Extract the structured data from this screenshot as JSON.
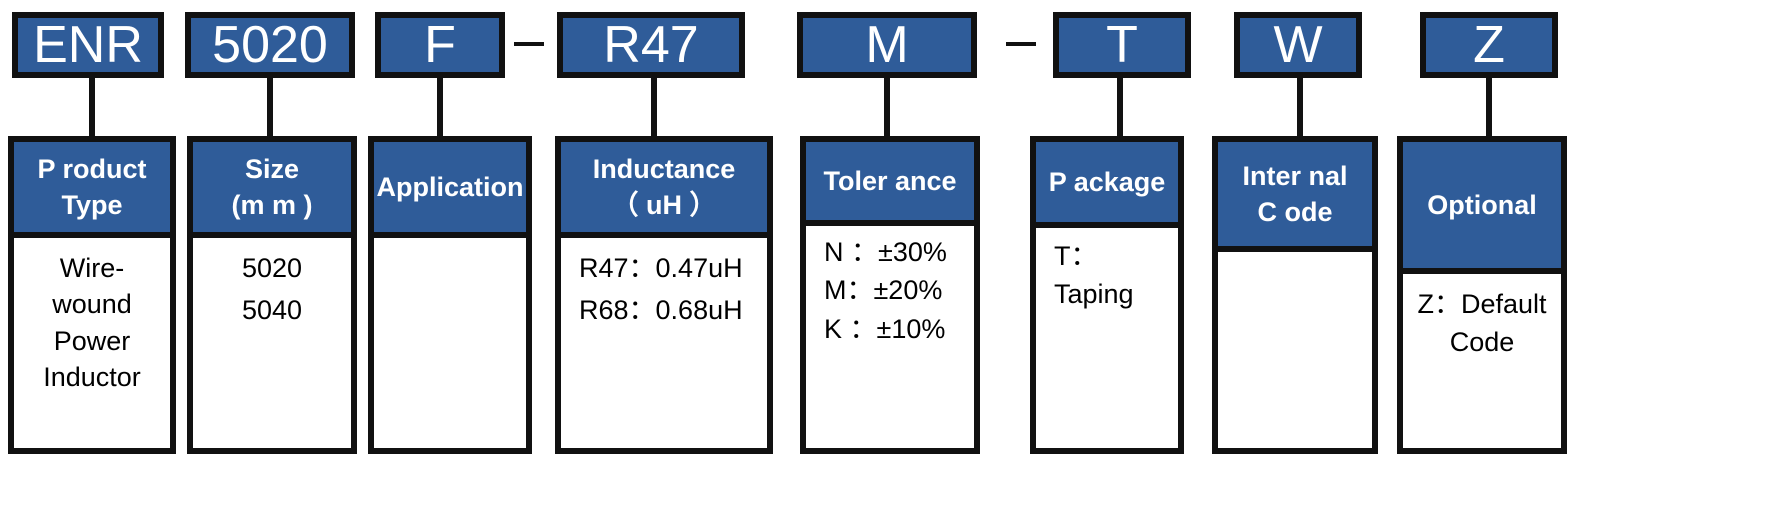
{
  "part_number": {
    "codes": [
      "ENR",
      "5020",
      "F",
      "R47",
      "M",
      "T",
      "W",
      "Z"
    ],
    "separators": [
      "–",
      "–"
    ]
  },
  "cards": [
    {
      "title": "P roduct\nType",
      "lines": [
        "Wire-",
        "wound",
        "Power",
        "Inductor"
      ]
    },
    {
      "title": "Size\n(m m )",
      "lines": [
        "5020",
        "5040"
      ]
    },
    {
      "title": "Application",
      "lines": []
    },
    {
      "title": "Inductance\n（ uH ）",
      "lines": [
        "R47：0.47uH",
        "R68：0.68uH"
      ]
    },
    {
      "title": "Toler ance",
      "lines": [
        "N ：±30%",
        "M：±20%",
        "K ：±10%"
      ]
    },
    {
      "title": "P ackage",
      "lines": [
        "T：",
        "Taping"
      ]
    },
    {
      "title": "Inter nal\nC ode",
      "lines": []
    },
    {
      "title": "Optional",
      "lines": [
        "Z：Default",
        "Code"
      ]
    }
  ],
  "colors": {
    "box_fill": "#2f5c99",
    "line": "#111111",
    "text_on_box": "#ffffff"
  }
}
